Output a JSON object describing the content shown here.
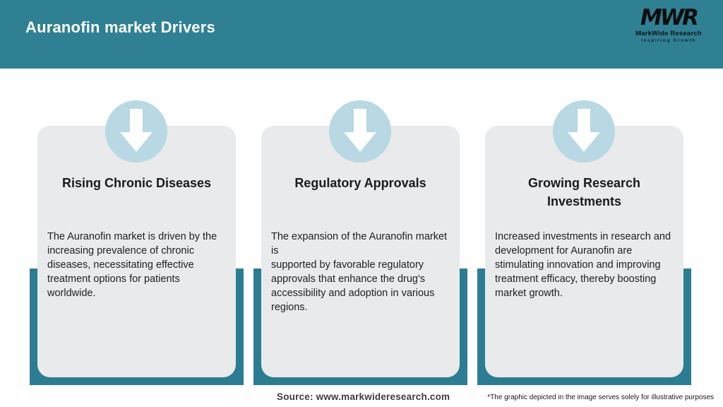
{
  "header": {
    "title": "Auranofin market Drivers"
  },
  "logo": {
    "monogram": "MWR",
    "name": "MarkWide Research",
    "tagline": "Inspiring Growth"
  },
  "cards": [
    {
      "icon": "down-arrow-icon",
      "title": "Rising Chronic Diseases",
      "body": "The Auranofin market is driven by the\nincreasing prevalence of chronic\ndiseases, necessitating effective\ntreatment options for patients worldwide."
    },
    {
      "icon": "down-arrow-icon",
      "title": "Regulatory Approvals",
      "body": "The expansion of the Auranofin market is\nsupported by favorable regulatory\napprovals that enhance the drug's\naccessibility and adoption in various\nregions."
    },
    {
      "icon": "down-arrow-icon",
      "title": "Growing Research\nInvestments",
      "body": "Increased investments in research and\ndevelopment for Auranofin are\nstimulating innovation and improving\ntreatment efficacy, thereby boosting\nmarket growth."
    }
  ],
  "footer": {
    "source": "Source: www.markwideresearch.com",
    "disclaimer": "*The graphic depicted in the image serves solely for illustrative purposes"
  },
  "colors": {
    "header_teal": "#2f8093",
    "backing_teal": "#2c7d92",
    "card_gray": "#e8eaeb",
    "circle_blue": "#b8d8e4",
    "title_text": "#1b1b1b",
    "body_text": "#212121"
  }
}
